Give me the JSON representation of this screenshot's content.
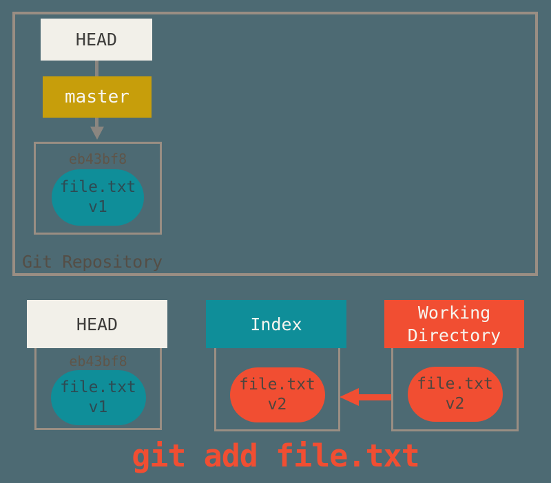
{
  "caption": "git add file.txt",
  "colors": {
    "background": "#4D6A73",
    "cream": "#F2F0E9",
    "gold": "#C79E0B",
    "teal": "#0F8E99",
    "orange": "#F14E32",
    "border": "#9A8E83",
    "connector": "#8B8680",
    "dark_text": "#3E3D3B",
    "hash_text": "#5F5549",
    "repo_label_text": "#544E46",
    "teal_blob_text": "#2E4A52",
    "orange_blob_text": "#4E463F",
    "light_text": "#F7F5EF"
  },
  "repository": {
    "label": "Git Repository",
    "head": {
      "label": "HEAD"
    },
    "branch": {
      "label": "master"
    },
    "commit": {
      "hash": "eb43bf8",
      "file_name": "file.txt",
      "file_version": "v1"
    }
  },
  "areas": {
    "head": {
      "label": "HEAD",
      "commit_hash": "eb43bf8",
      "file_name": "file.txt",
      "file_version": "v1"
    },
    "index": {
      "label": "Index",
      "file_name": "file.txt",
      "file_version": "v2"
    },
    "working_directory": {
      "label": "Working Directory",
      "file_name": "file.txt",
      "file_version": "v2"
    }
  }
}
